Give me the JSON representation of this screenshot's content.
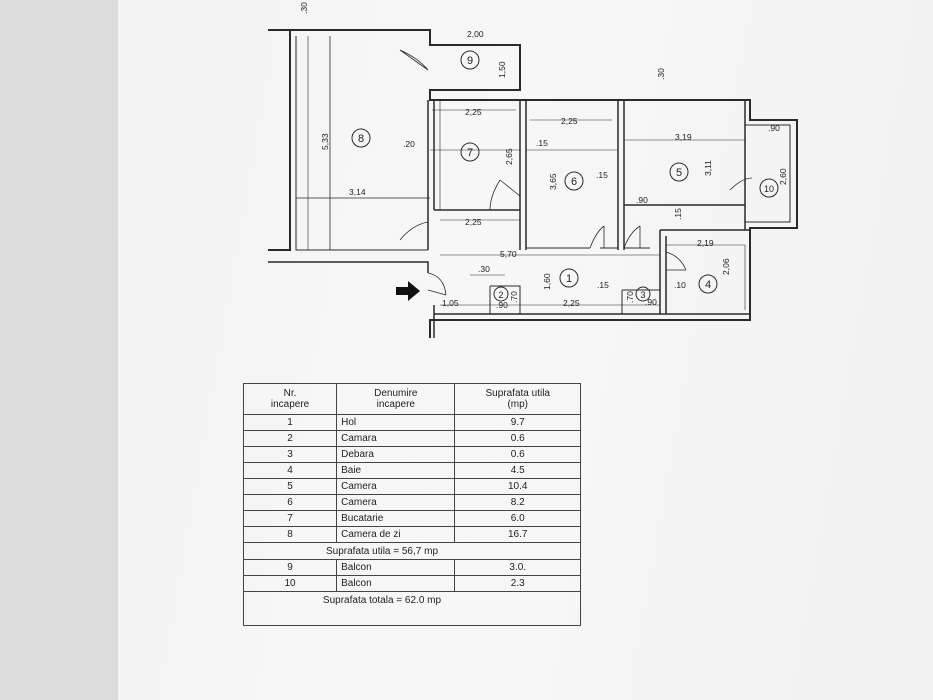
{
  "plan": {
    "dimensions": {
      "top_stub": ".30",
      "balcony9_width": "2,00",
      "balcony9_depth": "1,50",
      "room8_height": "5,33",
      "room8_width": "3,14",
      "room7_width": "2,25",
      "room7_height": "2,65",
      "gap_20": ".20",
      "kitchen_lower": "2,25",
      "room6_width": "2,25",
      "room6_height": "3,65",
      "dim_15a": ".15",
      "dim_15b": ".15",
      "room5_width": "3,19",
      "room5_height": "3,11",
      "room5_top": ".30",
      "dim_90a": ".90",
      "dim_15c": ".15",
      "balcony10_depth": "2,60",
      "balcony10_top": ".90",
      "hall_length": "5,70",
      "room4_width": "2,19",
      "room4_height": "2,06",
      "hall_width": "1,60",
      "hall_lower": "2,25",
      "dim_30": ".30",
      "entry_width": "1,05",
      "dim_90b": ".90",
      "dim_70a": ".70",
      "dim_15d": ".15",
      "dim_70b": ".70",
      "dim_90c": ".90",
      "dim_10": ".10"
    },
    "room_numbers": [
      "1",
      "2",
      "3",
      "4",
      "5",
      "6",
      "7",
      "8",
      "9",
      "10"
    ]
  },
  "table": {
    "headers": {
      "nr_line1": "Nr.",
      "nr_line2": "incapere",
      "name_line1": "Denumire",
      "name_line2": "incapere",
      "area_line1": "Suprafata utila",
      "area_line2": "(mp)"
    },
    "rows": [
      {
        "nr": "1",
        "name": "Hol",
        "area": "9.7"
      },
      {
        "nr": "2",
        "name": "Camara",
        "area": "0.6"
      },
      {
        "nr": "3",
        "name": "Debara",
        "area": "0.6"
      },
      {
        "nr": "4",
        "name": "Baie",
        "area": "4.5"
      },
      {
        "nr": "5",
        "name": "Camera",
        "area": "10.4"
      },
      {
        "nr": "6",
        "name": "Camera",
        "area": "8.2"
      },
      {
        "nr": "7",
        "name": "Bucatarie",
        "area": "6.0"
      },
      {
        "nr": "8",
        "name": "Camera de zi",
        "area": "16.7"
      }
    ],
    "subtotal": "Suprafata utila = 56,7 mp",
    "balconies": [
      {
        "nr": "9",
        "name": "Balcon",
        "area": "3.0."
      },
      {
        "nr": "10",
        "name": "Balcon",
        "area": "2.3"
      }
    ],
    "total": "Suprafata totala = 62.0 mp"
  }
}
